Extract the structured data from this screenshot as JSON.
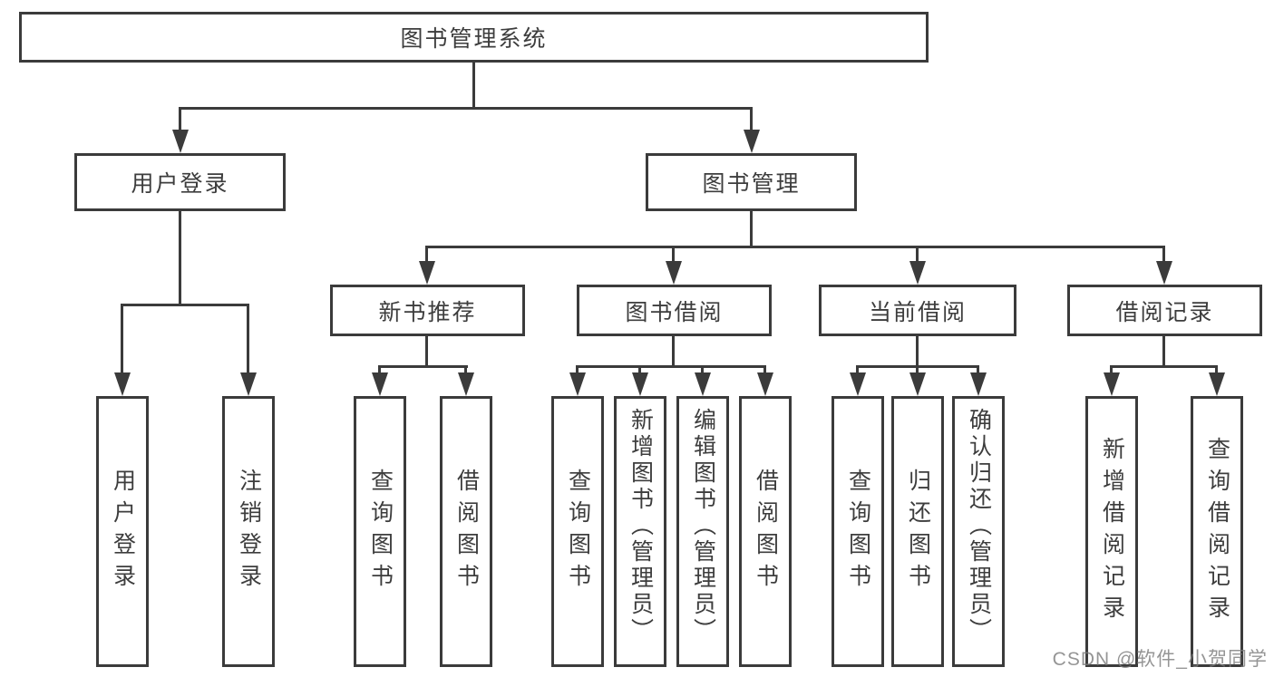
{
  "diagram": {
    "root": {
      "label": "图书管理系统"
    },
    "branches": {
      "user_login": {
        "label": "用户登录",
        "children": [
          "用户登录",
          "注销登录"
        ]
      },
      "book_management": {
        "label": "图书管理",
        "sections": {
          "new_book_recommend": {
            "label": "新书推荐",
            "children": [
              "查询图书",
              "借阅图书"
            ]
          },
          "book_borrowing": {
            "label": "图书借阅",
            "children": [
              "查询图书",
              "新增图书（管理员）",
              "编辑图书（管理员）",
              "借阅图书"
            ]
          },
          "current_borrowing": {
            "label": "当前借阅",
            "children": [
              "查询图书",
              "归还图书",
              "确认归还（管理员）"
            ]
          },
          "borrowing_records": {
            "label": "借阅记录",
            "children": [
              "新增借阅记录",
              "查询借阅记录"
            ]
          }
        }
      }
    }
  },
  "watermark": {
    "text": "CSDN @软件_小贺同学"
  },
  "colors": {
    "line": "#3b3b3b",
    "text": "#3d3d3d",
    "watermark": "#7a7a7a",
    "background": "#ffffff"
  }
}
